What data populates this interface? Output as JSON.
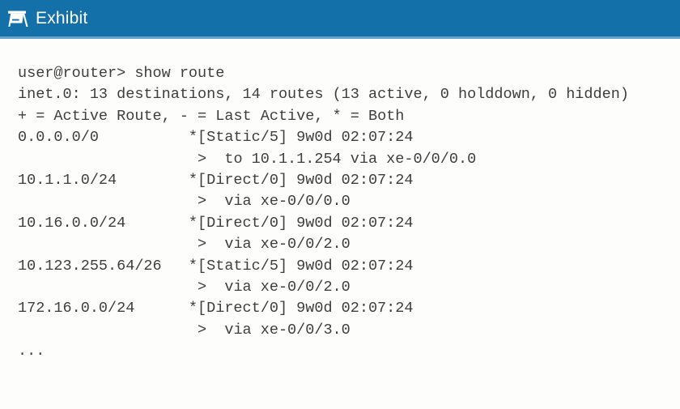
{
  "header": {
    "title": "Exhibit",
    "icon": "easel-icon"
  },
  "colors": {
    "header_blue": "#1470a8",
    "header_accent": "#67a4ca",
    "terminal_text": "#3e3e3e",
    "background": "#fdfdfb"
  },
  "terminal": {
    "command_line": "user@router> show route",
    "summary_line": "inet.0: 13 destinations, 14 routes (13 active, 0 holddown, 0 hidden)",
    "legend_line": "+ = Active Route, - = Last Active, * = Both",
    "routes": [
      {
        "prefix": "0.0.0.0/0",
        "route_entry": "*[Static/5] 9w0d 02:07:24",
        "next_hop": ">  to 10.1.1.254 via xe-0/0/0.0"
      },
      {
        "prefix": "10.1.1.0/24",
        "route_entry": "*[Direct/0] 9w0d 02:07:24",
        "next_hop": ">  via xe-0/0/0.0"
      },
      {
        "prefix": "10.16.0.0/24",
        "route_entry": "*[Direct/0] 9w0d 02:07:24",
        "next_hop": ">  via xe-0/0/2.0"
      },
      {
        "prefix": "10.123.255.64/26",
        "route_entry": "*[Static/5] 9w0d 02:07:24",
        "next_hop": ">  via xe-0/0/2.0"
      },
      {
        "prefix": "172.16.0.0/24",
        "route_entry": "*[Direct/0] 9w0d 02:07:24",
        "next_hop": ">  via xe-0/0/3.0"
      }
    ],
    "ellipsis": "..."
  }
}
